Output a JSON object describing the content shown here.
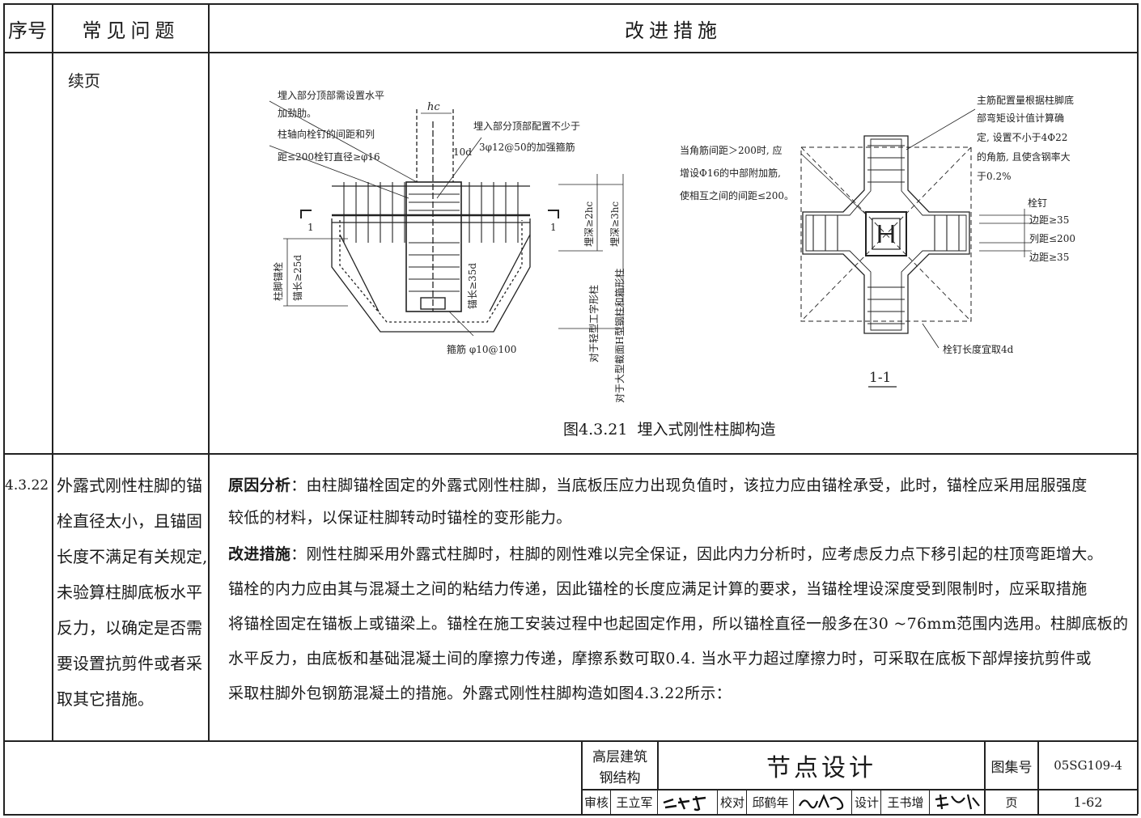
{
  "header": {
    "col_index": "序号",
    "col_problem": "常见问题",
    "col_measure": "改进措施"
  },
  "row1": {
    "continued": "续页",
    "figure_caption": "图4.3.21  埋入式刚性柱脚构造",
    "section_label": "1-1",
    "section_marks": [
      "1",
      "1"
    ],
    "left_drawing": {
      "note_top1": "埋入部分顶部需设置水平",
      "note_top2": "加劲肋。",
      "note_stud1": "柱轴向栓钉的间距和列",
      "note_stud2": "距≤200栓钉直径≥φ16",
      "note_hc": "hc",
      "note_10d": "10d",
      "note_right1": "埋入部分顶部配置不少于",
      "note_right2": "3φ12@50的加强箍筋",
      "note_anchor_left1": "柱脚锚栓",
      "note_anchor_left2": "锚长≥25d",
      "note_anchor_center": "锚长≥35d",
      "note_stirrup": "箍筋 φ10@100",
      "dim_2hc": "埋深≥2hc",
      "dim_3hc": "埋深≥3hc",
      "vert_note1": "对于轻型工字形柱",
      "vert_note2": "对于大型截面H型钢柱和箱形柱"
    },
    "right_drawing": {
      "note_tl1": "当角筋间距＞200时, 应",
      "note_tl2": "增设Φ16的中部附加筋,",
      "note_tl3": "使相互之间的间距≤200。",
      "note_tr1": "主筋配置量根据柱脚底",
      "note_tr2": "部弯矩设计值计算确",
      "note_tr3": "定, 设置不小于4Φ22",
      "note_tr4": "的角筋, 且使含钢率大",
      "note_tr5": "于0.2%",
      "stud_title": "栓钉",
      "stud_edge1": "边距≥35",
      "stud_row": "列距≤200",
      "stud_edge2": "边距≥35",
      "stud_length": "栓钉长度宜取4d"
    }
  },
  "row2": {
    "index": "4.3.22",
    "problem_lines": [
      "外露式刚性柱脚的锚",
      "栓直径太小，且锚固",
      "长度不满足有关规定,",
      "未验算柱脚底板水平",
      "反力，以确定是否需",
      "要设置抗剪件或者采",
      "取其它措施。"
    ],
    "analysis_label": "原因分析",
    "analysis_line1": "：由柱脚锚栓固定的外露式刚性柱脚，当底板压应力出现负值时，该拉力应由锚栓承受，此时，锚栓应采用屈服强度",
    "analysis_line2": "较低的材料，以保证柱脚转动时锚栓的变形能力。",
    "measure_label": "改进措施",
    "measure_line1": "：刚性柱脚采用外露式柱脚时，柱脚的刚性难以完全保证，因此内力分析时，应考虑反力点下移引起的柱顶弯距增大。",
    "measure_lines": [
      "锚栓的内力应由其与混凝土之间的粘结力传递，因此锚栓的长度应满足计算的要求，当锚栓埋设深度受到限制时，应采取措施",
      "将锚栓固定在锚板上或锚梁上。锚栓在施工安装过程中也起固定作用，所以锚栓直径一般多在30 ~76mm范围内选用。柱脚底板的",
      "水平反力，由底板和基础混凝土间的摩擦力传递，摩擦系数可取0.4. 当水平力超过摩擦力时，可采取在底板下部焊接抗剪件或",
      "采取柱脚外包钢筋混凝土的措施。外露式刚性柱脚构造如图4.3.22所示："
    ]
  },
  "title_block": {
    "category_line1": "高层建筑",
    "category_line2": "钢结构",
    "title": "节点设计",
    "atlas_label": "图集号",
    "atlas_no": "05SG109-4",
    "review_label": "审核",
    "reviewer": "王立军",
    "check_label": "校对",
    "checker": "邱鹤年",
    "design_label": "设计",
    "designer": "王书增",
    "page_label": "页",
    "page_no": "1-62"
  }
}
